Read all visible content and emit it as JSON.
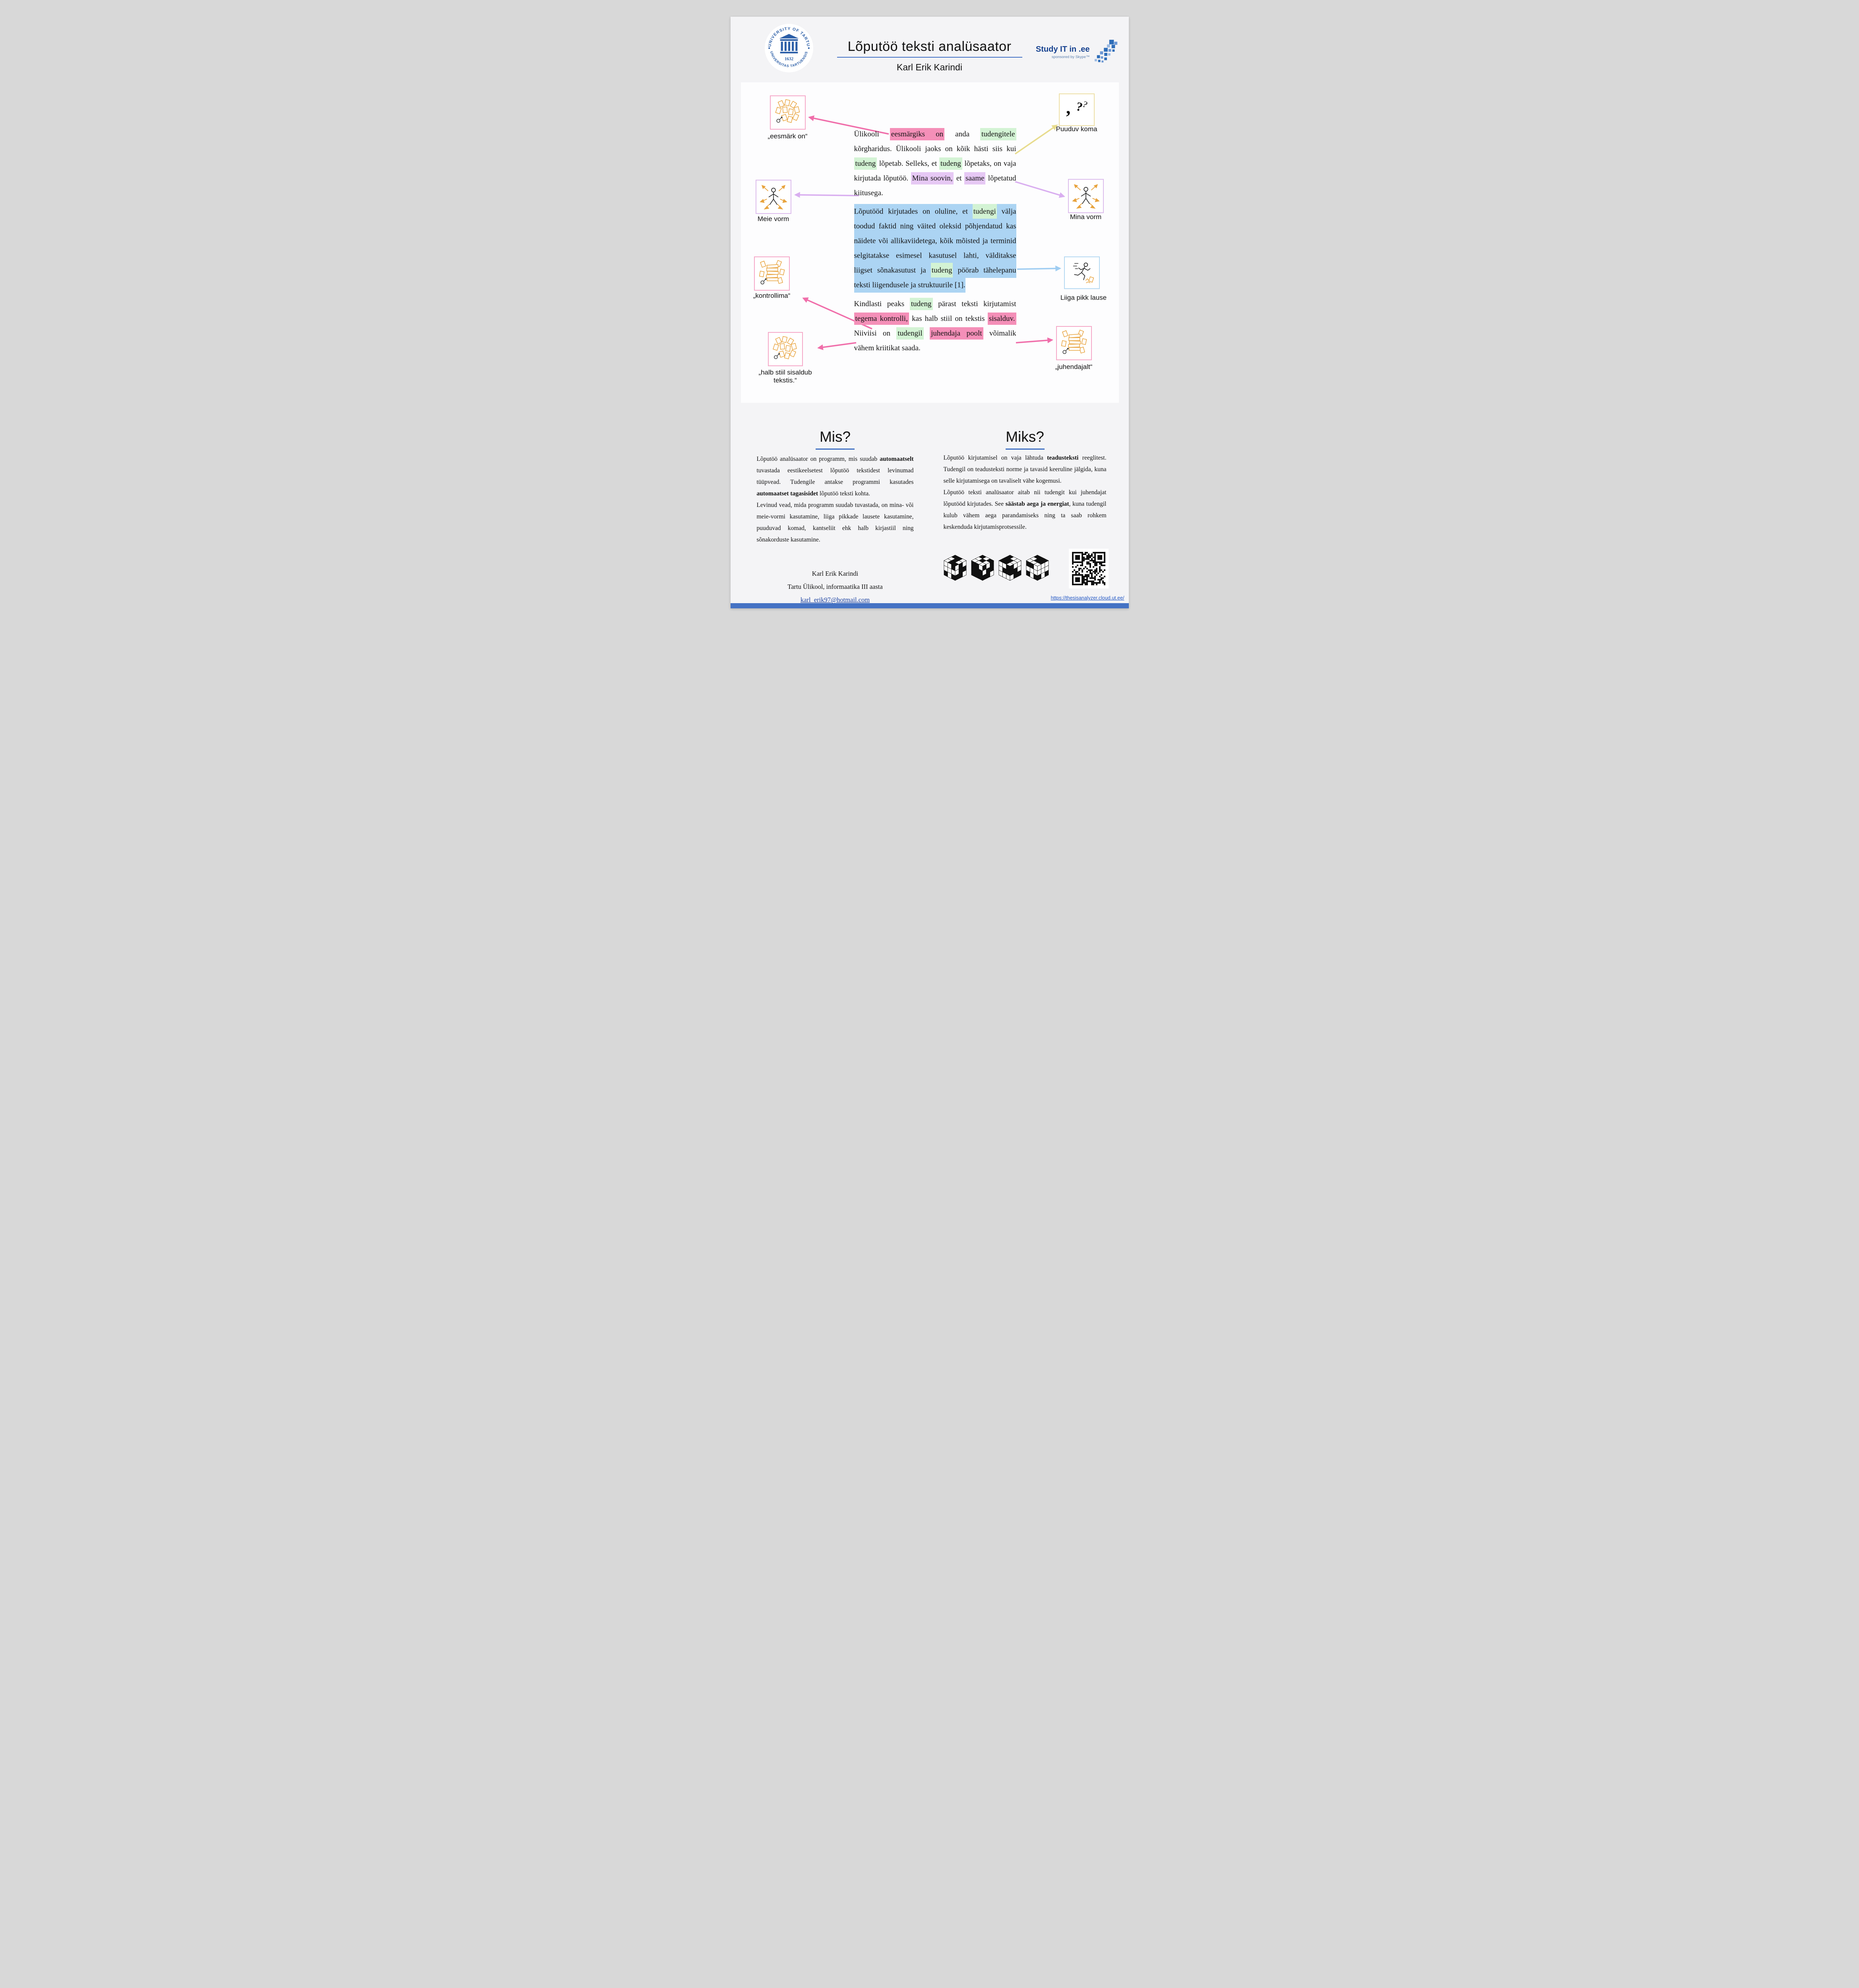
{
  "header": {
    "title": "Lõputöö teksti analüsaator",
    "author": "Karl Erik Karindi"
  },
  "logo_ut": {
    "arc_top": "UNIVERSITY OF TARTU",
    "arc_bottom": "UNIVERSITAS TARTUENSIS",
    "year": "1632"
  },
  "sponsor": {
    "name": "Study IT in .ee",
    "tagline": "sponsored by Skype™"
  },
  "annotations": {
    "left": [
      {
        "label": "„eesmärk on“"
      },
      {
        "label": "Meie vorm"
      },
      {
        "label": "„kontrollima“"
      },
      {
        "label": "„halb stiil sisaldub tekstis.“"
      }
    ],
    "right": [
      {
        "label": "Puuduv koma"
      },
      {
        "label": "Mina vorm"
      },
      {
        "label": "Liiga pikk lause"
      },
      {
        "label": "„juhendajalt“"
      }
    ]
  },
  "sample_text": {
    "p1": [
      {
        "t": "Ülikooli "
      },
      {
        "t": "eesmärgiks on",
        "h": "pink"
      },
      {
        "t": " anda "
      },
      {
        "t": "tudengitele",
        "h": "green"
      },
      {
        "t": " kõrgharidus. Ülikooli jaoks on kõik hästi siis kui "
      },
      {
        "t": "tudeng",
        "h": "green"
      },
      {
        "t": " lõpetab. Selleks, et "
      },
      {
        "t": "tudeng",
        "h": "green"
      },
      {
        "t": " lõpetaks, on vaja kirjutada lõputöö. "
      },
      {
        "t": "Mina soovin,",
        "h": "purple"
      },
      {
        "t": " et "
      },
      {
        "t": "saame",
        "h": "purple"
      },
      {
        "t": " lõpetatud kiitusega."
      }
    ],
    "p2": [
      {
        "t": "Lõputööd kirjutades on oluline, et "
      },
      {
        "t": "tudengi",
        "h": "green"
      },
      {
        "t": " välja toodud faktid ning väited oleksid põhjendatud kas näidete või allikaviidetega, kõik mõisted ja terminid selgitatakse esimesel kasutusel lahti, välditakse liigset sõnakasutust ja "
      },
      {
        "t": "tudeng",
        "h": "green"
      },
      {
        "t": " pöörab tähelepanu teksti liigendusele ja struktuurile [1]."
      }
    ],
    "p3": [
      {
        "t": "Kindlasti peaks "
      },
      {
        "t": "tudeng",
        "h": "green"
      },
      {
        "t": " pärast teksti kirjutamist "
      },
      {
        "t": "tegema kontrolli,",
        "h": "pink"
      },
      {
        "t": " kas halb stiil on tekstis "
      },
      {
        "t": "sisalduv.",
        "h": "pink"
      },
      {
        "t": " Niiviisi on "
      },
      {
        "t": "tudengil",
        "h": "green"
      },
      {
        "t": " "
      },
      {
        "t": "juhendaja poolt",
        "h": "pink"
      },
      {
        "t": " võimalik vähem kriitikat saada."
      }
    ]
  },
  "sections": {
    "mis": {
      "heading": "Mis?",
      "paras": [
        [
          {
            "t": "Lõputöö analüsaator on programm, mis suudab "
          },
          {
            "t": "automaatselt",
            "b": true
          },
          {
            "t": " tuvastada eestikeelsetest lõputöö tekstidest levinumad tüüpvead. Tudengile antakse programmi kasutades "
          },
          {
            "t": "automaatset tagasisidet",
            "b": true
          },
          {
            "t": " lõputöö teksti kohta."
          }
        ],
        [
          {
            "t": "Levinud vead, mida programm suudab tuvastada, on mina- või meie-vormi kasutamine, liiga pikkade lausete kasutamine, puuduvad komad, kantseliit ehk halb kirjastiil ning sõnakorduste kasutamine."
          }
        ]
      ]
    },
    "miks": {
      "heading": "Miks?",
      "paras": [
        [
          {
            "t": "Lõputöö kirjutamisel on vaja lähtuda "
          },
          {
            "t": "teadusteksti",
            "b": true
          },
          {
            "t": " reeglitest. Tudengil on teadusteksti norme ja tavasid keeruline jälgida, kuna selle kirjutamisega on tavaliselt vähe kogemusi."
          }
        ],
        [
          {
            "t": "Lõputöö teksti analüsaator aitab nii tudengit kui juhendajat lõputööd kirjutades. See "
          },
          {
            "t": "säästab aega ja energiat",
            "b": true
          },
          {
            "t": ", kuna tudengil kulub vähem aega parandamiseks ning ta saab rohkem keskenduda kirjutamisprotsessile."
          }
        ]
      ]
    }
  },
  "footer": {
    "author": "Karl Erik Karindi",
    "affiliation": "Tartu Ülikool, informaatika III aasta",
    "email": "karl_erik97@hotmail.com",
    "url": "https://thesisanalyzer.cloud.ut.ee/"
  },
  "colors": {
    "accent_blue": "#4472c4",
    "highlight_pink": "#f48fb8",
    "highlight_green": "#d3f3d4",
    "highlight_purple": "#e6c8f4",
    "highlight_blue": "#acd4f3",
    "icon_orange": "#e8a33d",
    "logo_blue": "#2b5ea7"
  }
}
